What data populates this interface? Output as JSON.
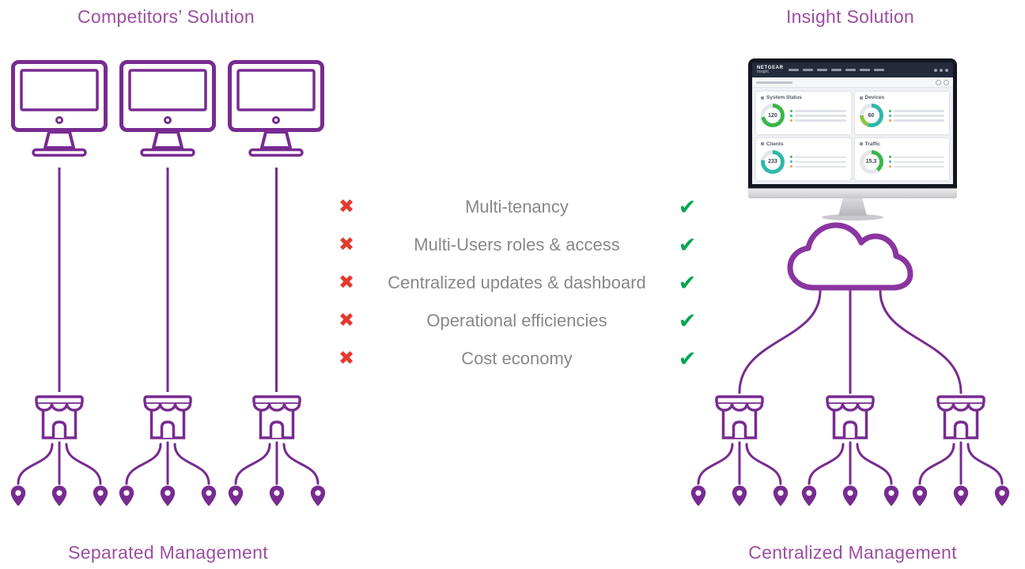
{
  "left": {
    "title": "Competitors’ Solution",
    "caption": "Separated Management"
  },
  "right": {
    "title": "Insight Solution",
    "caption": "Centralized Management"
  },
  "comparison": {
    "no_icon": "✖",
    "yes_icon": "✔",
    "items": [
      "Multi-tenancy",
      "Multi-Users roles & access",
      "Centralized updates & dashboard",
      "Operational efficiencies",
      "Cost economy"
    ]
  },
  "dashboard": {
    "brand": "NETGEAR",
    "product": "Insight",
    "cards": [
      {
        "title": "System Status",
        "value": "120"
      },
      {
        "title": "Devices",
        "value": "60"
      },
      {
        "title": "Clients",
        "value": "233"
      },
      {
        "title": "Traffic",
        "value": "15.3"
      }
    ]
  },
  "colors": {
    "icon_purple": "#782b90",
    "title_purple": "#9b4fa1",
    "label_gray": "#87888a",
    "cross_red": "#e5392e",
    "check_green": "#00a651"
  }
}
